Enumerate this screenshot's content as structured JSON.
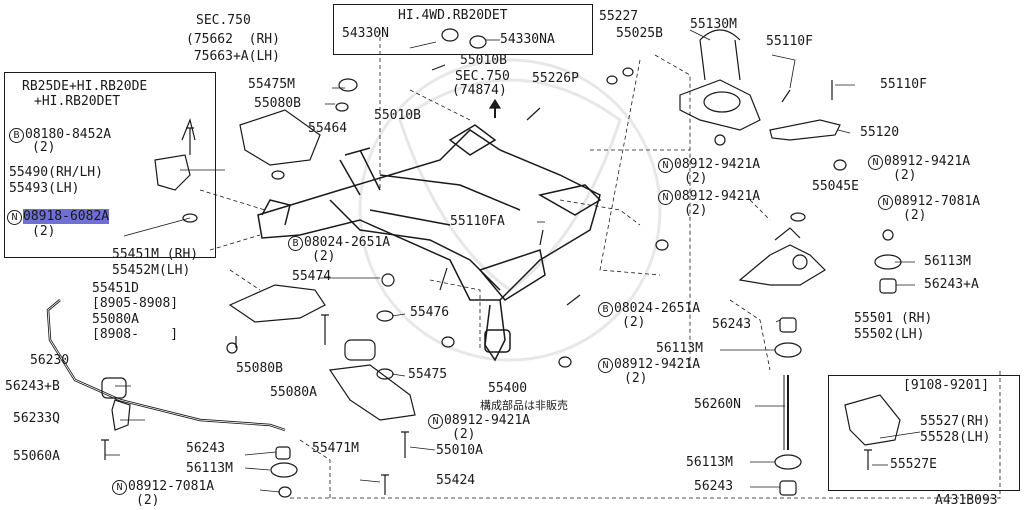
{
  "boxes": {
    "hi4wd": "HI.4WD.RB20DET",
    "rb25": [
      "RB25DE+HI.RB20DE",
      "+HI.RB20DET"
    ],
    "date_range": "[9108-9201]"
  },
  "sec750_top": [
    "SEC.750",
    "(75662  (RH)",
    " 75663+A(LH)"
  ],
  "sec750_mid": [
    "SEC.750",
    "(74874)"
  ],
  "bubble_note": "構成部品は非販売",
  "figure_code": "A431B093",
  "parts": {
    "p54330N": "54330N",
    "p54330NA": "54330NA",
    "p55227": "55227",
    "p55025B": "55025B",
    "p55130M": "55130M",
    "p55110F_a": "55110F",
    "p55110F_b": "55110F",
    "p55475M": "55475M",
    "p55010B_a": "55010B",
    "p55010B_b": "55010B",
    "p55226P": "55226P",
    "p55080B_a": "55080B",
    "p55464": "55464",
    "p55120": "55120",
    "p08180": "08180-8452A",
    "p08180_q": "(2)",
    "p55490": "55490(RH/LH)",
    "p55493": "55493(LH)",
    "p08918": "08918-6082A",
    "p08918_q": "(2)",
    "p08912_a": "08912-9421A",
    "p08912_a_q": "(2)",
    "p08912_b": "08912-9421A",
    "p08912_b_q": "(2)",
    "p08912_c": "08912-9421A",
    "p08912_c_q": "(2)",
    "p55045E": "55045E",
    "p08912_7081": "08912-7081A",
    "p08912_7081_q": "(2)",
    "p55110FA": "55110FA",
    "p08024_a": "08024-2651A",
    "p08024_a_q": "(2)",
    "p55451M": "55451M (RH)",
    "p55452M": "55452M(LH)",
    "p55451D": "55451D",
    "p8905": "[8905-8908]",
    "p55080A_a": "55080A",
    "p8908": "[8908-    ]",
    "p55474": "55474",
    "p56113M_a": "56113M",
    "p56243A": "56243+A",
    "p08024_b": "08024-2651A",
    "p08024_b_q": "(2)",
    "p55501": "55501 (RH)",
    "p55502": "55502(LH)",
    "p55476": "55476",
    "p56243_a": "56243",
    "p56230": "56230",
    "p56113M_b": "56113M",
    "p08912_d": "08912-9421A",
    "p08912_d_q": "(2)",
    "p56243B": "56243+B",
    "p55080B_b": "55080B",
    "p55475": "55475",
    "p55400": "55400",
    "p56233Q": "56233Q",
    "p55080A_b": "55080A",
    "p08912_e": "08912-9421A",
    "p08912_e_q": "(2)",
    "p56260N": "56260N",
    "p55527": "55527(RH)",
    "p55528": "55528(LH)",
    "p55060A": "55060A",
    "p56243_b": "56243",
    "p55471M": "55471M",
    "p55010A": "55010A",
    "p56113M_c": "56113M",
    "p56113M_d": "56113M",
    "p55527E": "55527E",
    "p08912_f": "08912-7081A",
    "p08912_f_q": "(2)",
    "p55424": "55424",
    "p56243_c": "56243"
  },
  "prefix_letters": {
    "bolt": "B",
    "nut": "N"
  }
}
